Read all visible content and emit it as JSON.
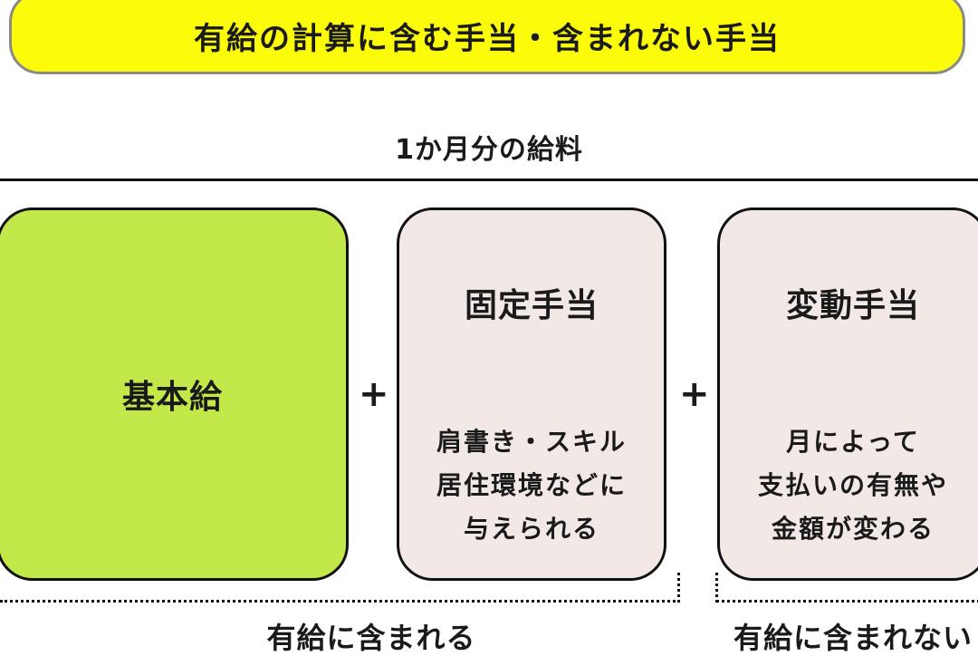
{
  "title": "有給の計算に含む手当・含まれない手当",
  "subtitle": "1か月分の給料",
  "cards": {
    "base": {
      "heading": "基本給"
    },
    "fixed": {
      "heading": "固定手当",
      "desc_lines": [
        "肩書き・スキル",
        "居住環境などに",
        "与えられる"
      ]
    },
    "variable": {
      "heading": "変動手当",
      "desc_lines": [
        "月によって",
        "支払いの有無や",
        "金額が変わる"
      ]
    }
  },
  "operators": [
    "+",
    "+"
  ],
  "labels": {
    "included": "有給に含まれる",
    "excluded": "有給に含まれない"
  },
  "colors": {
    "banner": "#fbfb0a",
    "base_card": "#c2e84a",
    "allowance_card": "#f2e9e7",
    "text": "#1a1a1a"
  }
}
